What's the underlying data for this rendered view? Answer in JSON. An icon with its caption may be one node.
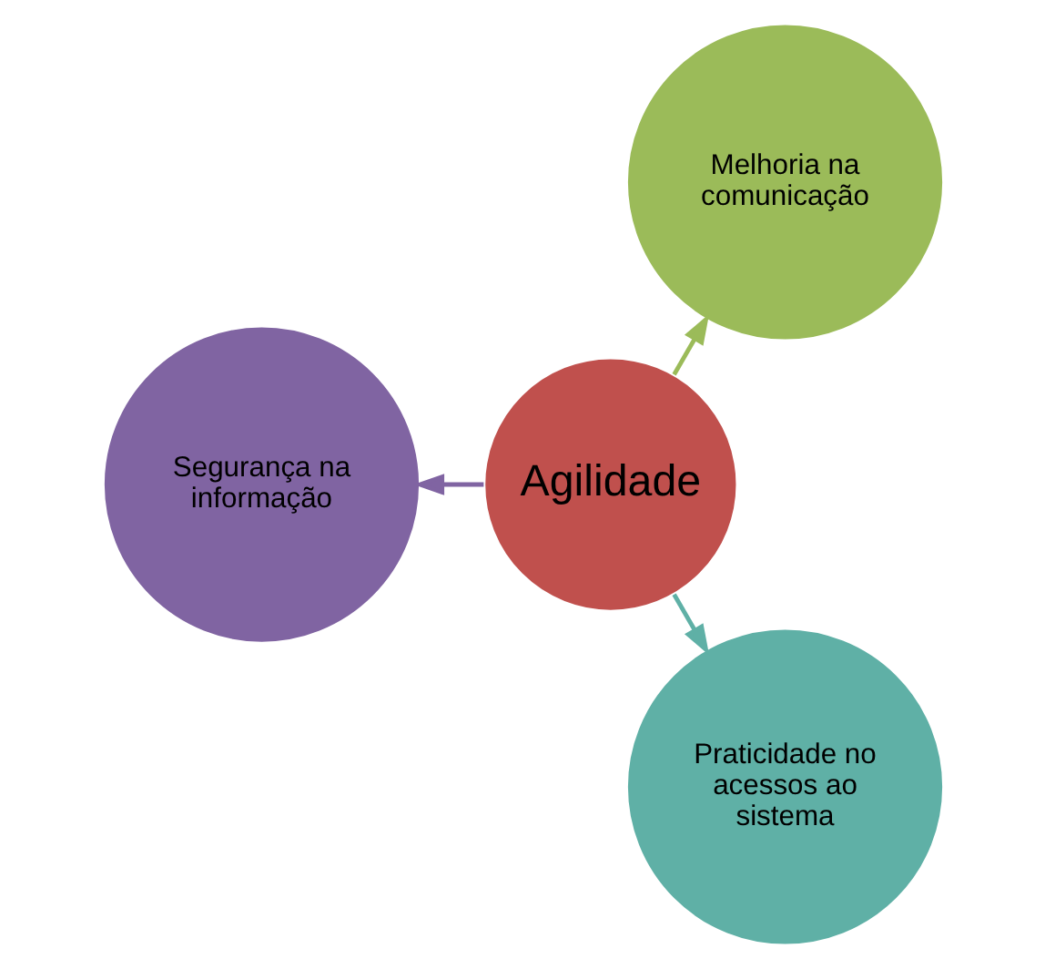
{
  "diagram": {
    "nodes": [
      {
        "text": [
          "Agilidade"
        ]
      },
      {
        "text": [
          "Melhoria na comunicação"
        ]
      },
      {
        "text": [
          "Segurança na informação"
        ]
      },
      {
        "text": [
          "Praticidade no acessos ao sistema"
        ]
      }
    ],
    "edges": [
      {
        "from": 0,
        "to": 1,
        "arrow": "to",
        "color": "#9bbb59"
      },
      {
        "from": 0,
        "to": 2,
        "arrow": "to",
        "color": "#8064a2"
      },
      {
        "from": 0,
        "to": 3,
        "arrow": "to",
        "color": "#5fb0a6"
      }
    ]
  }
}
